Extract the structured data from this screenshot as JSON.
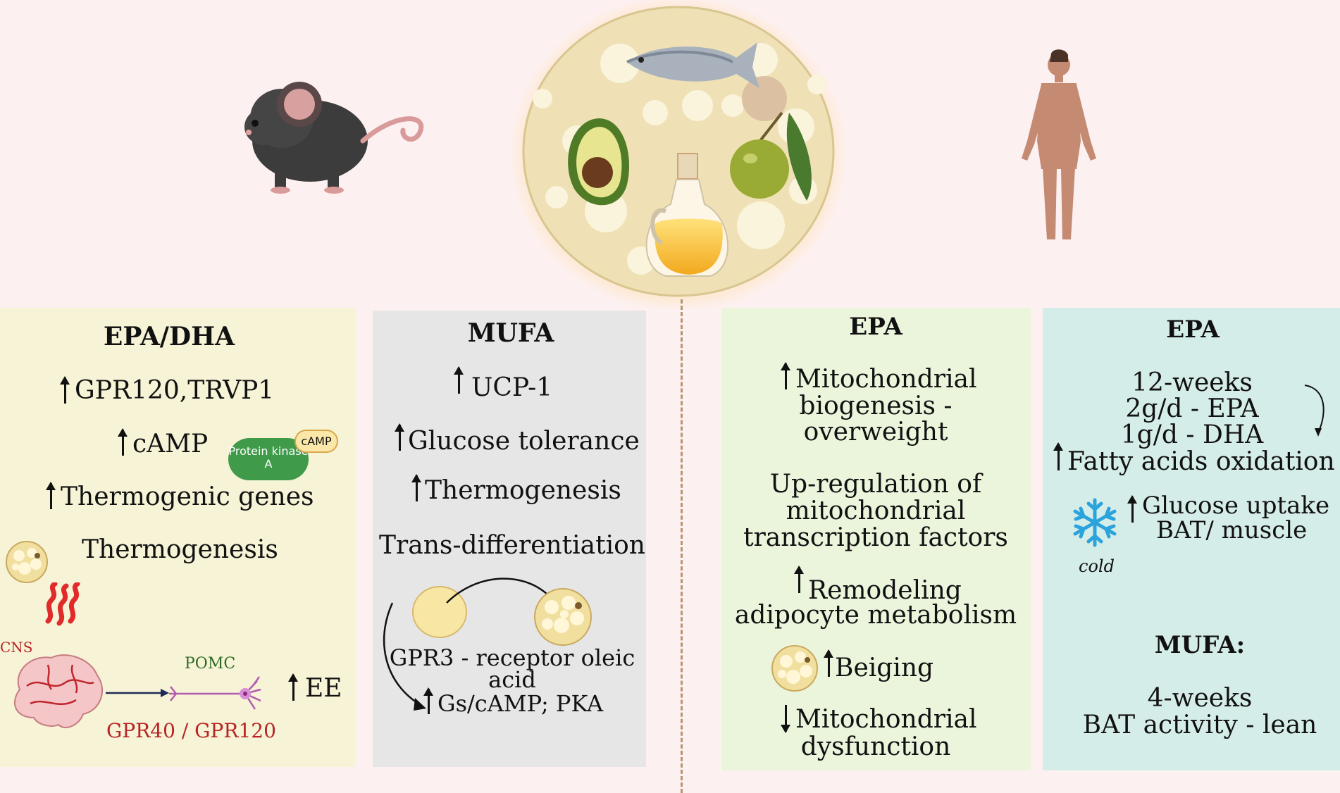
{
  "panel_epa_dha": {
    "title": "EPA/DHA",
    "line1": "GPR120,TRVP1",
    "line2": "cAMP",
    "line3": "Thermogenic genes",
    "line4": "Thermogenesis",
    "pka_label": "Protein kinase A",
    "camp_badge": "cAMP",
    "cns_label": "CNS",
    "pomc_label": "POMC",
    "gpr_label": "GPR40 / GPR120",
    "ee_label": "EE"
  },
  "panel_mufa": {
    "title": "MUFA",
    "line1": "UCP-1",
    "line2": "Glucose tolerance",
    "line3": "Thermogenesis",
    "line4": "Trans-differentiation",
    "receptor_line1": "GPR3 - receptor oleic",
    "receptor_line2": "acid",
    "signal_line": "Gs/cAMP; PKA"
  },
  "panel_epa_3": {
    "title": "EPA",
    "mito_line1": "Mitochondrial",
    "mito_line2": "biogenesis -",
    "mito_line3": "overweight",
    "upreg_line1": "Up-regulation of",
    "upreg_line2": "mitochondrial",
    "upreg_line3": "transcription factors",
    "remodel_line1": "Remodeling",
    "remodel_line2": "adipocyte metabolism",
    "beiging": "Beiging",
    "dysf_line1": "Mitochondrial",
    "dysf_line2": "dysfunction"
  },
  "panel_epa_4": {
    "title": "EPA",
    "weeks": "12-weeks",
    "dose_epa": "2g/d - EPA",
    "dose_dha": "1g/d - DHA",
    "fatty": "Fatty acids oxidation",
    "glucose_line1": "Glucose uptake",
    "glucose_line2": "BAT/ muscle",
    "cold": "cold",
    "mufa_title": "MUFA:",
    "mufa_weeks": "4-weeks",
    "mufa_bat": "BAT activity - lean"
  },
  "colors": {
    "panel1": "#f6f3d6",
    "panel2": "#e6e6e6",
    "panel3": "#eaf5dc",
    "panel4": "#d5ede9",
    "background": "#fdf0f0",
    "accent_red": "#b82424",
    "pka_green": "#3f9a4a",
    "snowflake": "#2ba3dc"
  },
  "icons": [
    "mouse-icon",
    "food-circle-icon",
    "fish-icon",
    "avocado-icon",
    "olive-icon",
    "oil-bottle-icon",
    "human-icon",
    "adipocyte-icon",
    "heat-waves-icon",
    "brain-icon",
    "neuron-icon",
    "snowflake-icon",
    "curved-arrow-icon"
  ]
}
